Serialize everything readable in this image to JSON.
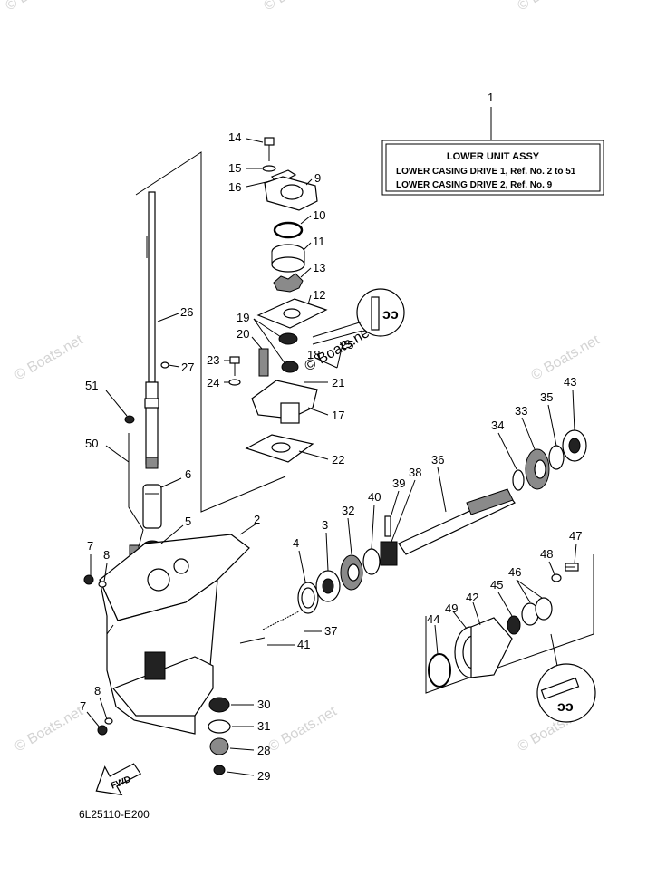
{
  "watermark": "© Boats.net",
  "assembly_box": {
    "ref": "1",
    "title": "LOWER UNIT ASSY",
    "line1": "LOWER CASING DRIVE 1,  Ref. No. 2 to 51",
    "line2": "LOWER CASING DRIVE 2,  Ref. No. 9"
  },
  "diagram_code": "6L25110-E200",
  "fwd_label": "FWD",
  "callouts": {
    "n2": "2",
    "n3": "3",
    "n4": "4",
    "n5": "5",
    "n6": "6",
    "n7a": "7",
    "n7b": "7",
    "n8a": "8",
    "n8b": "8",
    "n9": "9",
    "n10": "10",
    "n11": "11",
    "n12": "12",
    "n13": "13",
    "n14": "14",
    "n15": "15",
    "n16": "16",
    "n17": "17",
    "n18": "18",
    "n19": "19",
    "n20": "20",
    "n21": "21",
    "n22": "22",
    "n23": "23",
    "n24": "24",
    "n25": "25",
    "n26": "26",
    "n27": "27",
    "n28": "28",
    "n29": "29",
    "n30": "30",
    "n31": "31",
    "n32": "32",
    "n33": "33",
    "n34": "34",
    "n35": "35",
    "n36": "36",
    "n37": "37",
    "n38": "38",
    "n39": "39",
    "n40": "40",
    "n41": "41",
    "n42": "42",
    "n43": "43",
    "n44": "44",
    "n45": "45",
    "n46": "46",
    "n47": "47",
    "n48": "48",
    "n49": "49",
    "n50": "50",
    "n51": "51"
  }
}
